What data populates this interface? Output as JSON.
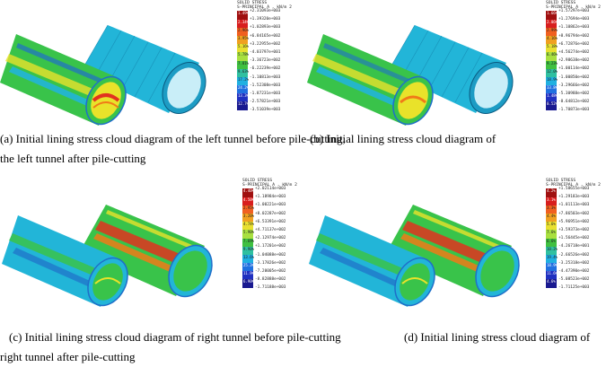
{
  "colors": {
    "blue": "#1f6fc9",
    "cyan": "#22b5d8",
    "green": "#39c34a",
    "yellow": "#e9e22a",
    "orange": "#f07a18",
    "red": "#e2321f",
    "darkred": "#a01010",
    "darkblue": "#1a1a9a",
    "bar": [
      "#a01010",
      "#d81e1e",
      "#f06020",
      "#f0a020",
      "#e8e030",
      "#a8e040",
      "#40c040",
      "#30c0a0",
      "#20b0e0",
      "#2070e0",
      "#2030c0",
      "#1a1a90"
    ]
  },
  "panels": [
    {
      "id": "a",
      "legend": {
        "head": [
          "SOLID STRESS",
          "S-PRINCIPAL A , kN/m 2"
        ],
        "pct": [
          "1.49%",
          "2.34%",
          "2.96%",
          "3.95%",
          "5.16%",
          "5.78%",
          "7.81%",
          "9.63%",
          "17.2%",
          "24.2%",
          "13.3%",
          "12.7%"
        ],
        "vals": [
          "+2.31093e+003",
          "+1.39320e+003",
          "+1.02893e+003",
          "+6.84165e+002",
          "+3.22955e+002",
          "-4.03797e+001",
          "-3.36723e+002",
          "-6.22239e+002",
          "-1.10813e+003",
          "-1.52308e+003",
          "-1.87231e+003",
          "-2.57821e+003",
          "-3.51039e+003"
        ]
      },
      "caption": [
        "(a) Initial lining stress cloud diagram of the left tunnel before pile-cutting,",
        "the left tunnel after pile-cutting"
      ]
    },
    {
      "id": "b",
      "legend": {
        "head": [
          "SOLID STRESS",
          "S-PRINCIPAL A , kN/m 2"
        ],
        "pct": [
          "1.66%",
          "2.06%",
          "2.99%",
          "4.16%",
          "5.18%",
          "6.46%",
          "9.23%",
          "12.0%",
          "18.9%",
          "33.8%",
          "1.48%",
          "0.52%"
        ],
        "vals": [
          "+1.57297e+003",
          "+1.27694e+003",
          "+1.10862e+003",
          "+8.96794e+002",
          "+6.72876e+002",
          "+4.56274e+002",
          "+2.98638e+002",
          "+1.00114e+002",
          "-1.00850e+002",
          "-3.29666e+002",
          "-5.30988e+002",
          "-8.64812e+002",
          "-1.70873e+003"
        ]
      },
      "caption": [
        "(b) Initial lining stress cloud diagram of"
      ]
    },
    {
      "id": "c",
      "legend": {
        "head": [
          "SOLID STRESS",
          "S-PRINCIPAL A , kN/m 2"
        ],
        "pct": [
          "4.40%",
          "4.50%",
          "2.95%",
          "3.20%",
          "4.74%",
          "5.90%",
          "7.69%",
          "9.90%",
          "13.6%",
          "25.3%",
          "11.9%",
          "6.90%"
        ],
        "vals": [
          "+2.02114e+003",
          "+1.18984e+003",
          "+1.00221e+003",
          "+8.02287e+002",
          "+6.53391e+002",
          "+4.71137e+002",
          "+2.12974e+002",
          "+1.17201e+002",
          "-1.04088e+002",
          "-3.17826e+002",
          "-7.20005e+002",
          "-8.82888e+002",
          "-1.71188e+003"
        ]
      },
      "caption": [
        "(c) Initial lining stress cloud diagram of right tunnel before pile-cutting",
        "right tunnel after pile-cutting"
      ]
    },
    {
      "id": "d",
      "legend": {
        "head": [
          "SOLID STRESS",
          "S-PRINCIPAL A , kN/m 2"
        ],
        "pct": [
          "4.2%",
          "3.1%",
          "3.3%",
          "4.4%",
          "5.6%",
          "7.6%",
          "6.6%",
          "10.2%",
          "19.4%",
          "18.9%",
          "11.6%",
          "4.6%"
        ],
        "vals": [
          "+1.58655e+003",
          "+1.29183e+003",
          "+1.01113e+003",
          "+7.86503e+002",
          "+5.96951e+002",
          "+3.59373e+002",
          "+1.56445e+002",
          "-4.26718e+001",
          "-2.66526e+002",
          "-3.25318e+002",
          "-4.47390e+002",
          "-5.08523e+002",
          "-1.71125e+003"
        ]
      },
      "caption": [
        "(d) Initial lining stress cloud diagram of"
      ]
    }
  ]
}
